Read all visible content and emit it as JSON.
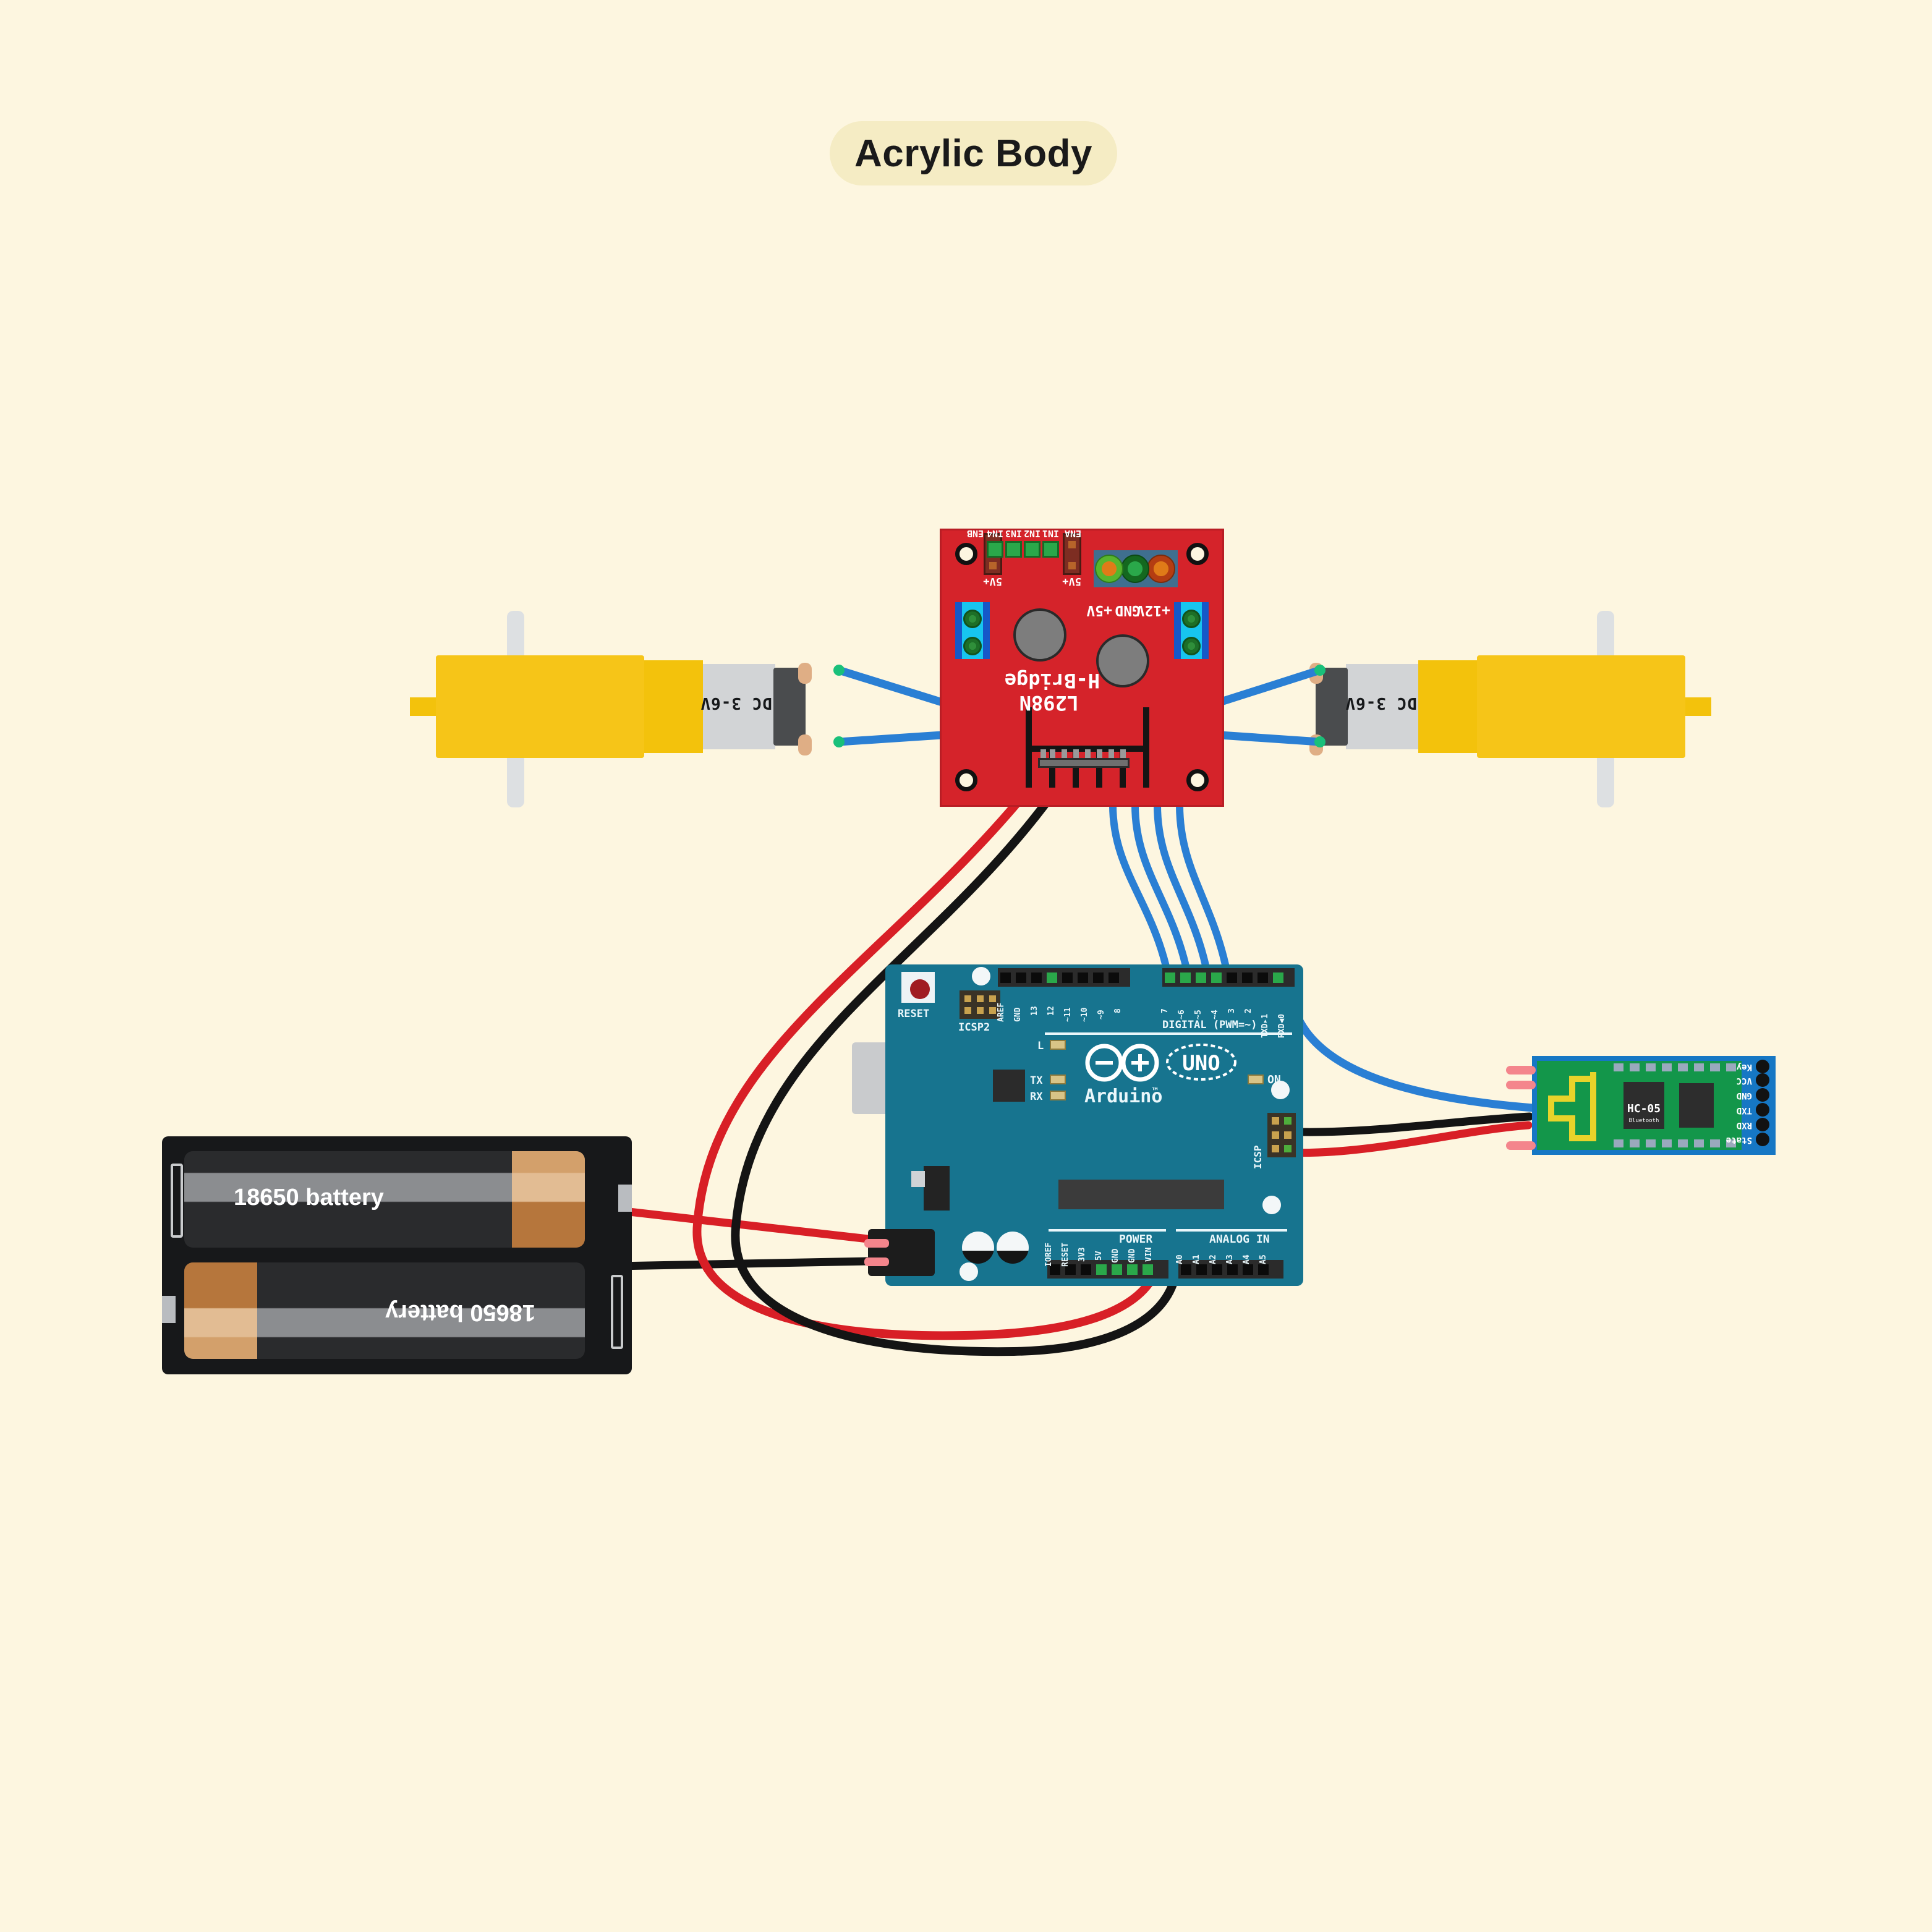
{
  "page": {
    "background_color": "#fdf6e0",
    "title": "Acrylic Body",
    "title_pill_color": "#f5ecc4"
  },
  "components": {
    "h_bridge": {
      "name": "L298N H-Bridge motor driver module",
      "silkscreen_line1": "L298N",
      "silkscreen_line2": "H-Bridge",
      "board_color": "#d5232a",
      "power_terminal_labels": [
        "+12V",
        "GND",
        "+5V"
      ],
      "logic_pin_labels": [
        "ENA",
        "IN1",
        "IN2",
        "IN3",
        "IN4",
        "ENB"
      ],
      "jumper_labels": [
        "5V+",
        "5V+"
      ],
      "terminal_block_color": "#17c5ef"
    },
    "arduino": {
      "name": "Arduino UNO",
      "brand": "Arduino",
      "trademark": "™",
      "model": "UNO",
      "reset_label": "RESET",
      "icsp2_label": "ICSP2",
      "icsp_label": "ICSP",
      "digital_header_label": "DIGITAL (PWM=~)",
      "power_header_label": "POWER",
      "analog_header_label": "ANALOG IN",
      "on_led_label": "ON",
      "led_labels": [
        "L",
        "TX",
        "RX"
      ],
      "digital_pins": [
        "AREF",
        "GND",
        "13",
        "12",
        "~11",
        "~10",
        "~9",
        "8"
      ],
      "digital_pins2": [
        "7",
        "~6",
        "~5",
        "~4",
        "3",
        "2",
        "TXD▸1",
        "RXD◀0"
      ],
      "power_pins": [
        "IOREF",
        "RESET",
        "3V3",
        "5V",
        "GND",
        "GND",
        "VIN"
      ],
      "analog_pins": [
        "A0",
        "A1",
        "A2",
        "A3",
        "A4",
        "A5"
      ],
      "board_color": "#17748f"
    },
    "bluetooth": {
      "name": "HC-05 Bluetooth module",
      "model": "HC-05",
      "subtitle": "Bluetooth",
      "pins": [
        "State",
        "RXD",
        "TXD",
        "GND",
        "VCC",
        "Key"
      ],
      "pcb_color": "#13964a",
      "border_color": "#1677c4",
      "antenna_color": "#e8d32a"
    },
    "battery": {
      "name": "18650 battery holder",
      "cells": [
        {
          "label": "18650 battery",
          "rotated": false
        },
        {
          "label": "18650 battery",
          "rotated": true
        }
      ],
      "holder_color": "#17181a"
    },
    "motor_left": {
      "name": "DC gear motor (left)",
      "label": "DC 3-6V",
      "body_color": "#f6c518"
    },
    "motor_right": {
      "name": "DC gear motor (right)",
      "label": "DC 3-6V",
      "body_color": "#f6c518"
    }
  },
  "wires": {
    "motor_wire_color": "#2a7fd4",
    "signal_wire_color": "#2a7fd4",
    "positive_wire_color": "#d81f26",
    "ground_wire_color": "#141414",
    "connections": [
      "Left motor terminals → L298N OUT1/OUT2 terminal block",
      "Right motor terminals → L298N OUT3/OUT4 terminal block",
      "L298N +12V → battery positive (red)",
      "L298N GND → battery negative / Arduino GND (black)",
      "L298N IN1 → Arduino D7",
      "L298N IN2 → Arduino D6",
      "L298N IN3 → Arduino D5",
      "L298N IN4 → Arduino D4",
      "HC-05 TXD → Arduino RXD0",
      "HC-05 VCC → Arduino 5V (red)",
      "HC-05 GND → Arduino GND (black)",
      "Battery pack → Arduino VIN / GND"
    ]
  }
}
